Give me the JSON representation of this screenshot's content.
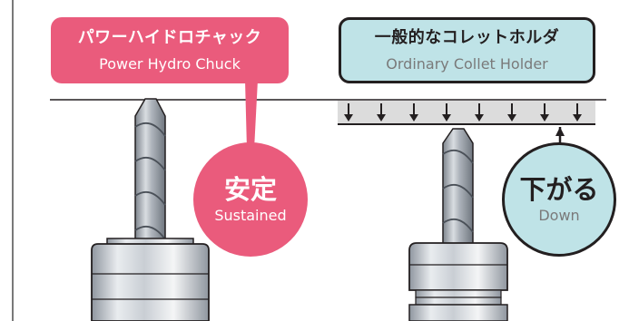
{
  "colors": {
    "pink": "#ea5b7c",
    "light_blue": "#bfe3e7",
    "dark": "#231f20",
    "steel_light": "#e6e8eb",
    "steel_mid": "#b5bbc3",
    "pressure_band": "#dcdcdc",
    "frame": "#4d4d4d"
  },
  "left": {
    "title_jp": "パワーハイドロチャック",
    "title_en": "Power Hydro Chuck",
    "status_jp": "安定",
    "status_en": "Sustained"
  },
  "right": {
    "title_jp": "一般的なコレットホルダ",
    "title_en": "Ordinary Collet Holder",
    "status_jp": "下がる",
    "status_en": "Down",
    "arrow_icon": "down-arrow-icon",
    "arrow_count": 8
  }
}
